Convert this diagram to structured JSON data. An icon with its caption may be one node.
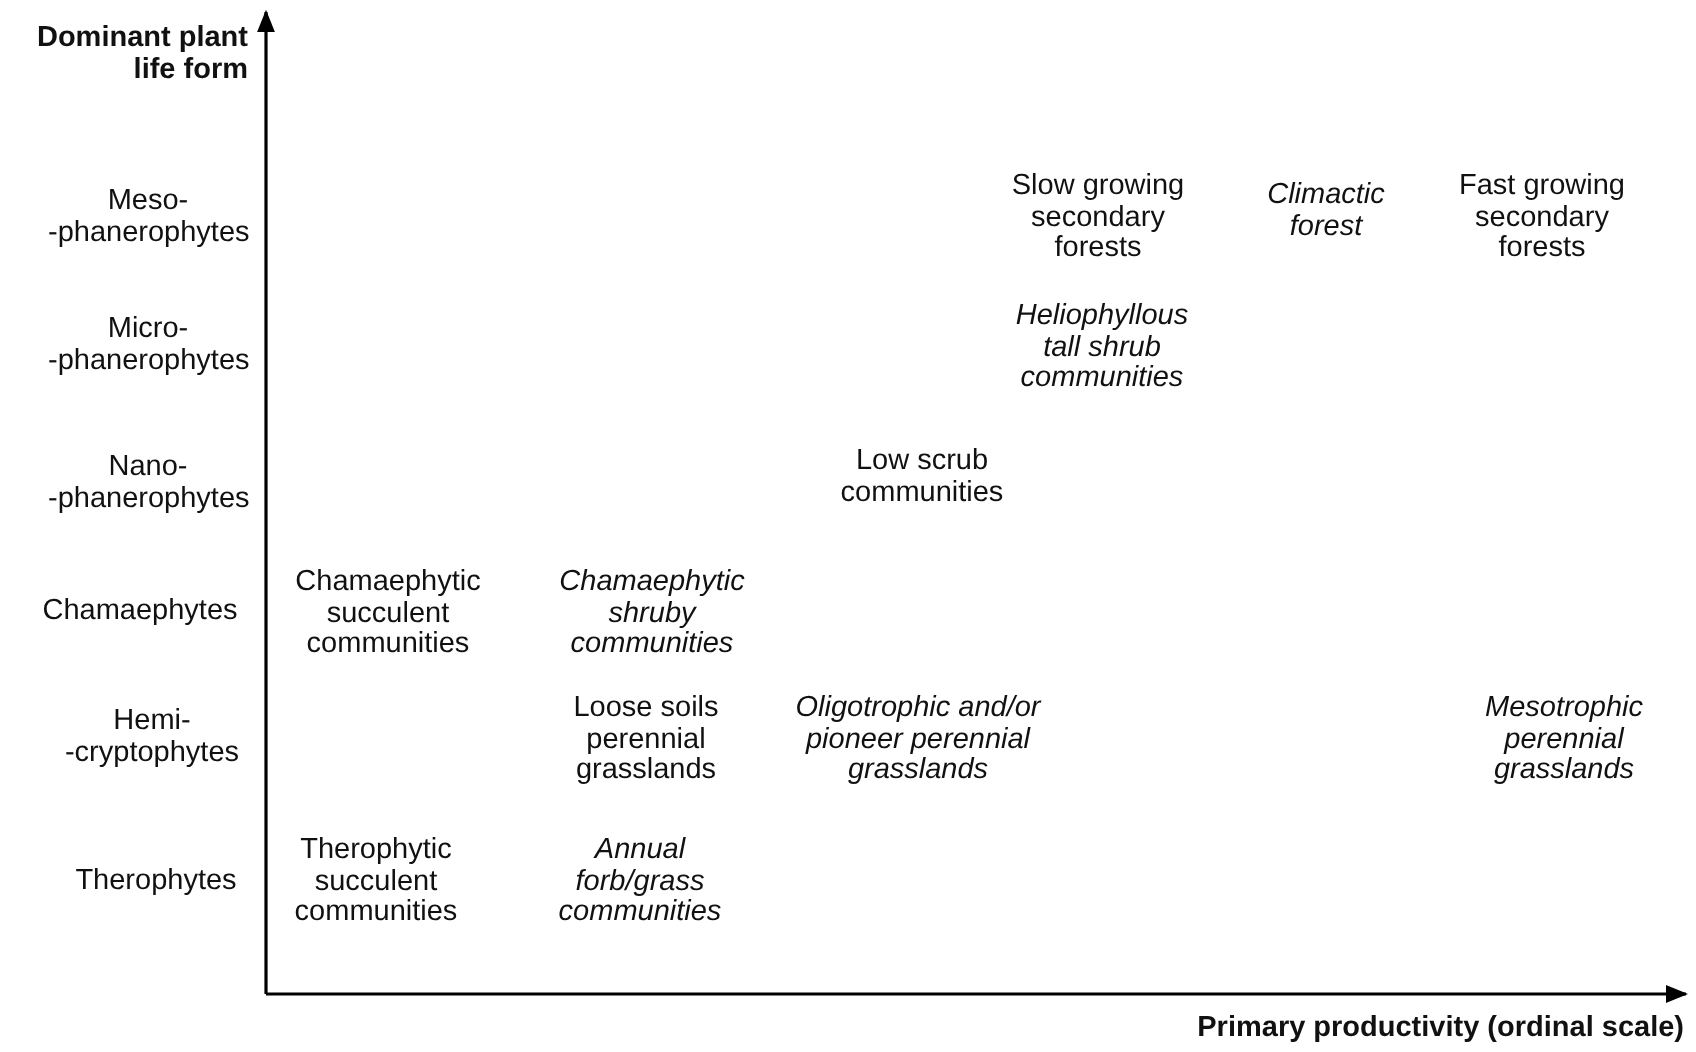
{
  "diagram": {
    "labels": [
      "Dominant plant life form",
      "Meso- -phanerophytes",
      "Slow growing secondary forests",
      "Climactic forest",
      "Fast growing secondary forests",
      "Micro- -phanerophytes",
      "Heliophyllous tall shrub communities",
      "Nano- -phanerophytes",
      "Low scrub communities",
      "Chamaephytes",
      "Chamaephytic succulent communities",
      "Chamaephytic shruby communities",
      "Hemi- -cryptophytes",
      "Loose soils perennial grasslands",
      "Oligotrophic and/or pioneer perennial grasslands",
      "Mesotrophic perennial grasslands",
      "Therophytes",
      "Therophytic succulent communities",
      "Annual forb/grass communities",
      "Primary productivity (ordinal scale)"
    ]
  }
}
